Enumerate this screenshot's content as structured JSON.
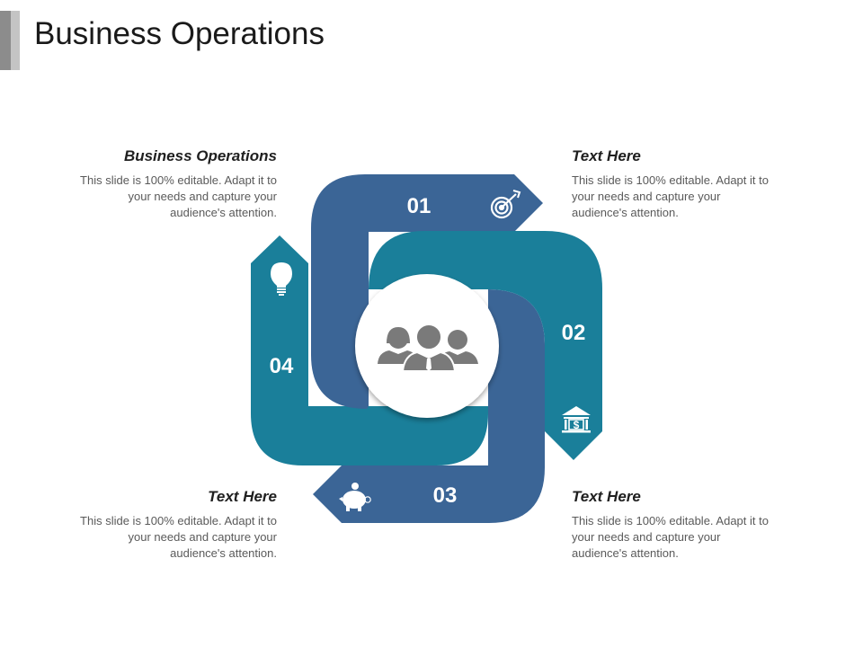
{
  "title": "Business Operations",
  "colors": {
    "blue": "#3b6596",
    "teal": "#1a7f9a",
    "icon_gray": "#7a7a7a",
    "accent_dark": "#8c8c8c",
    "accent_light": "#c4c4c4"
  },
  "steps": [
    {
      "number": "01",
      "icon": "target-icon"
    },
    {
      "number": "02",
      "icon": "bank-icon"
    },
    {
      "number": "03",
      "icon": "piggy-bank-icon"
    },
    {
      "number": "04",
      "icon": "lightbulb-icon"
    }
  ],
  "center_icon": "team-icon",
  "blocks": [
    {
      "heading": "Business Operations",
      "body": "This slide is 100% editable. Adapt it to your needs and capture your audience's attention."
    },
    {
      "heading": "Text Here",
      "body": "This slide is 100% editable. Adapt it to your needs and capture your audience's attention."
    },
    {
      "heading": "Text Here",
      "body": "This slide is 100% editable. Adapt it to your needs and capture your audience's attention."
    },
    {
      "heading": "Text Here",
      "body": "This slide is 100% editable. Adapt it to your needs and capture your audience's attention."
    }
  ]
}
